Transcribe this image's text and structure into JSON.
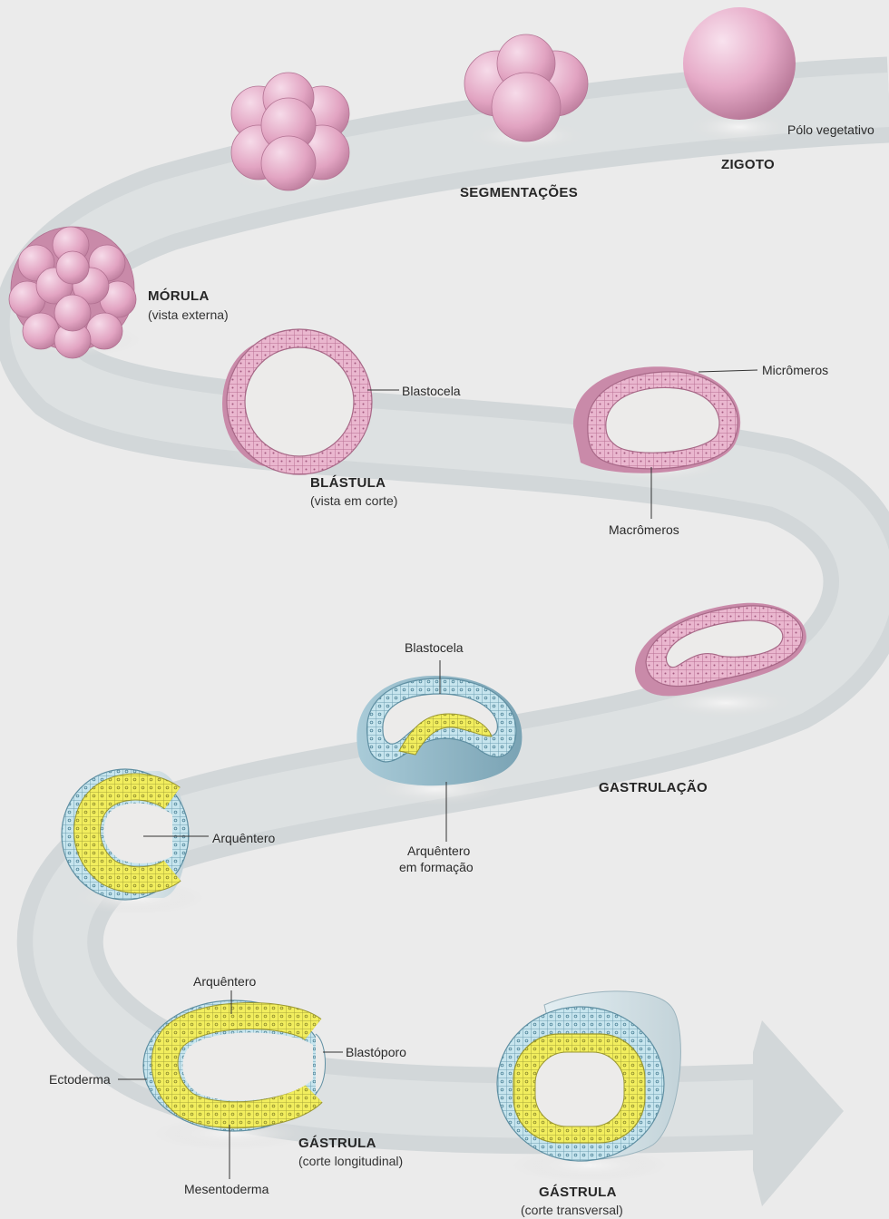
{
  "stages": {
    "zigoto": "ZIGOTO",
    "segmentacoes": "SEGMENTAÇÕES",
    "morula": "MÓRULA",
    "morula_sub": "(vista externa)",
    "blastula": "BLÁSTULA",
    "blastula_sub": "(vista em corte)",
    "gastrulacao": "GASTRULAÇÃO",
    "gastrula_long": "GÁSTRULA",
    "gastrula_long_sub": "(corte longitudinal)",
    "gastrula_trans": "GÁSTRULA",
    "gastrula_trans_sub": "(corte transversal)"
  },
  "labels": {
    "polo_vegetativo": "Pólo vegetativo",
    "blastocela_1": "Blastocela",
    "micromeros": "Micrômeros",
    "macromeros": "Macrômeros",
    "blastocela_2": "Blastocela",
    "arquentero_formacao_1": "Arquêntero",
    "arquentero_formacao_2": "em formação",
    "arquentero_1": "Arquêntero",
    "arquentero_2": "Arquêntero",
    "blastoporo": "Blastóporo",
    "ectoderma": "Ectoderma",
    "mesentoderma": "Mesentoderma"
  },
  "colors": {
    "background": "#ebebeb",
    "path": "#cfd4d6",
    "pink_cell": "#e4a9c6",
    "ectoderm_blue": "#bfe0ea",
    "endoderm_yellow": "#f0ec5c"
  }
}
